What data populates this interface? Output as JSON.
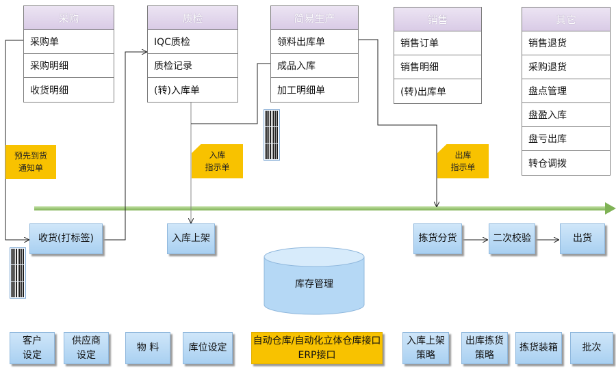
{
  "menus": {
    "purchase": {
      "title": "采购",
      "items": [
        "采购单",
        "采购明细",
        "收货明细"
      ]
    },
    "quality": {
      "title": "质检",
      "items": [
        "IQC质检",
        "质检记录",
        "(转)入库单"
      ]
    },
    "production": {
      "title": "简易生产",
      "items": [
        "领料出库单",
        "成品入库",
        "加工明细单"
      ]
    },
    "sales": {
      "title": "销售",
      "items": [
        "销售订单",
        "销售明细",
        "(转)出库单"
      ]
    },
    "other": {
      "title": "其它",
      "items": [
        "销售退货",
        "采购退货",
        "盘点管理",
        "盘盈入库",
        "盘亏出库",
        "转仓调拨"
      ]
    }
  },
  "notes": {
    "advance": [
      "预先到货",
      "通知单"
    ],
    "inbound": [
      "入库",
      "指示单"
    ],
    "outbound": [
      "出库",
      "指示单"
    ]
  },
  "flow": {
    "receive": "收货(打标签)",
    "putaway": "入库上架",
    "pick": "拣货分货",
    "verify": "二次校验",
    "ship": "出货"
  },
  "inventory": "库存管理",
  "bottom": {
    "customer": [
      "客户",
      "设定"
    ],
    "supplier": [
      "供应商",
      "设定"
    ],
    "material": "物 料",
    "location": "库位设定",
    "interface": [
      "自动仓库/自动化立体仓库接口",
      "ERP接口"
    ],
    "putaway_strategy": [
      "入库上架",
      "策略"
    ],
    "pick_strategy": [
      "出库拣货",
      "策略"
    ],
    "packing": "拣货装箱",
    "batch": "批次"
  },
  "colors": {
    "header": "#d9cbe6",
    "box": "#a9d0f1",
    "note": "#f8c200",
    "timeline": "#8cc063"
  }
}
